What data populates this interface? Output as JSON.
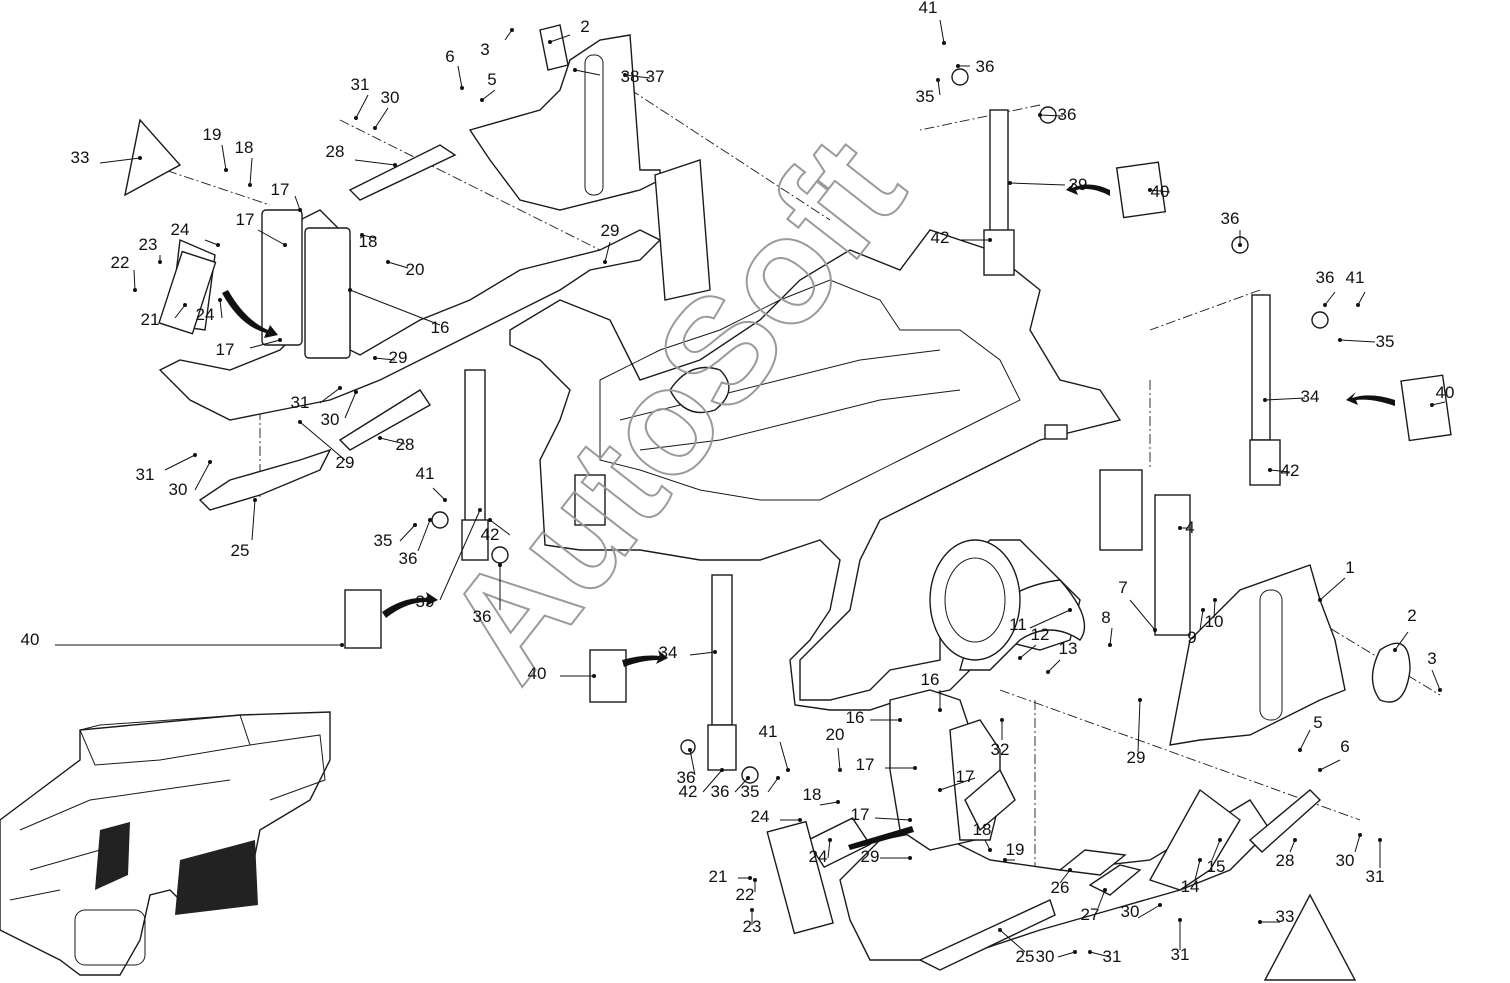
{
  "watermark": "AutoSoft",
  "callouts": [
    "1",
    "2",
    "3",
    "4",
    "5",
    "6",
    "7",
    "8",
    "9",
    "10",
    "11",
    "12",
    "13",
    "14",
    "15",
    "16",
    "17",
    "18",
    "19",
    "20",
    "21",
    "22",
    "23",
    "24",
    "25",
    "26",
    "27",
    "28",
    "29",
    "30",
    "31",
    "32",
    "33",
    "34",
    "35",
    "36",
    "37",
    "38",
    "39",
    "40",
    "41",
    "42"
  ],
  "icons": [
    "exploded-parts-diagram",
    "machine-thumbnail"
  ]
}
